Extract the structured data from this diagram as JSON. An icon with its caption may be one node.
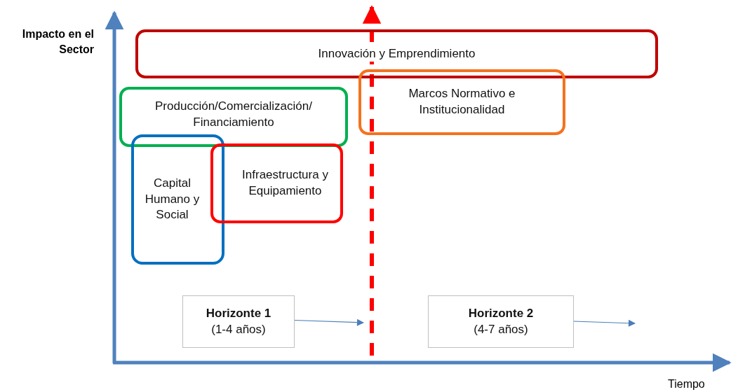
{
  "diagram": {
    "nodes": [
      {
        "text": [
          "Innovación y Emprendimiento"
        ]
      },
      {
        "text": [
          "Marcos Normativo e Institucionalidad"
        ]
      },
      {
        "text": [
          "Producción/Comercialización/ Financiamiento"
        ]
      },
      {
        "text": [
          "Capital Humano y Social"
        ]
      },
      {
        "text": [
          "Infraestructura y Equipamiento"
        ]
      },
      {
        "text": [
          "Horizonte 1",
          "(1-4 años)"
        ]
      },
      {
        "text": [
          "Horizonte 2",
          "(4-7 años)"
        ]
      }
    ],
    "edges": [
      {
        "from": 5,
        "to": null,
        "arrow": "to"
      },
      {
        "from": 6,
        "to": null,
        "arrow": "to"
      }
    ],
    "labels": [
      "Impacto en el Sector",
      "Tiempo"
    ]
  }
}
